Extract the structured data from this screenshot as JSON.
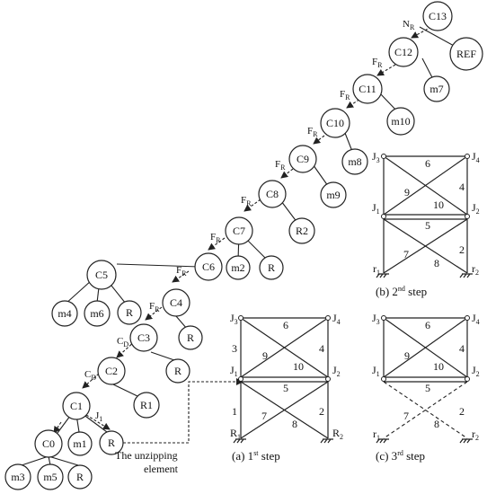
{
  "tree": {
    "nodes": {
      "C13": "C13",
      "REF": "REF",
      "C12": "C12",
      "m7": "m7",
      "C11": "C11",
      "m10": "m10",
      "C10": "C10",
      "m8": "m8",
      "C9": "C9",
      "m9": "m9",
      "C8": "C8",
      "R2": "R2",
      "C7": "C7",
      "m2": "m2",
      "R_c7": "R",
      "C6": "C6",
      "C5": "C5",
      "m4": "m4",
      "m6": "m6",
      "R_c5": "R",
      "C4": "C4",
      "R_c4": "R",
      "C3": "C3",
      "R_c3": "R",
      "C2": "C2",
      "R1": "R1",
      "C1": "C1",
      "m1": "m1",
      "R_c1": "R",
      "C0": "C0",
      "m3": "m3",
      "m5": "m5",
      "R_c0": "R"
    },
    "link_labels": {
      "N": "N",
      "F": "F",
      "C": "C",
      "J": "J",
      "sub_R": "R",
      "sub_D": "D",
      "sub_1": "1"
    },
    "unzipping_label_line1": "The unzipping",
    "unzipping_label_line2": "element"
  },
  "frames": {
    "joint_J": "J",
    "sub1": "1",
    "sub2": "2",
    "sub3": "3",
    "sub4": "4",
    "support_R": "R",
    "support_r": "r",
    "members": {
      "m1": "1",
      "m2": "2",
      "m3": "3",
      "m4": "4",
      "m5": "5",
      "m6": "6",
      "m7": "7",
      "m8": "8",
      "m9": "9",
      "m10": "10"
    },
    "caption_a_pre": "(a) 1",
    "caption_a_sup": "st",
    "caption_a_post": " step",
    "caption_b_pre": "(b) 2",
    "caption_b_sup": "nd",
    "caption_b_post": " step",
    "caption_c_pre": "(c) 3",
    "caption_c_sup": "rd",
    "caption_c_post": " step"
  }
}
